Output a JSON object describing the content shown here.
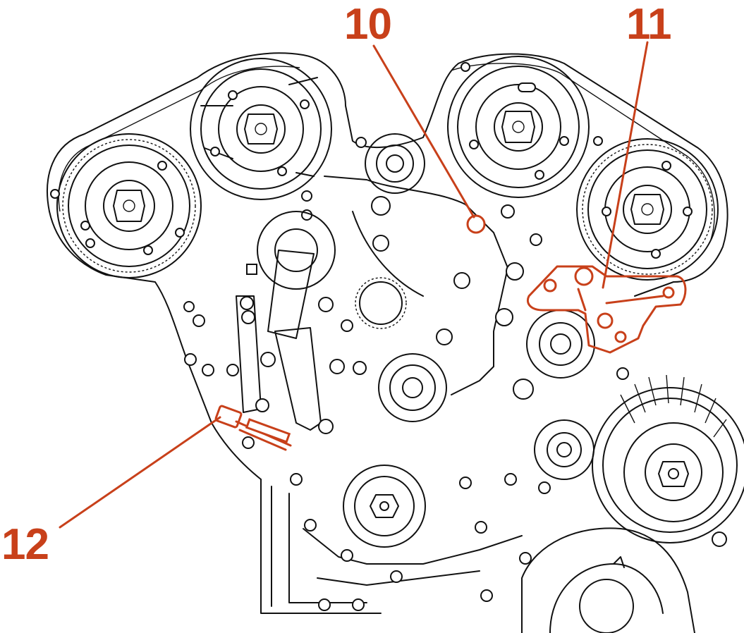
{
  "callouts": [
    {
      "id": "c10",
      "label": "10"
    },
    {
      "id": "c11",
      "label": "11"
    },
    {
      "id": "c12",
      "label": "12"
    }
  ],
  "colors": {
    "line": "#111111",
    "highlight": "#c8401a",
    "background": "#ffffff"
  },
  "icons": [
    "camshaft-sprocket-icon",
    "idler-pulley-icon",
    "tensioner-icon",
    "alternator-icon",
    "crankshaft-pulley-icon"
  ]
}
